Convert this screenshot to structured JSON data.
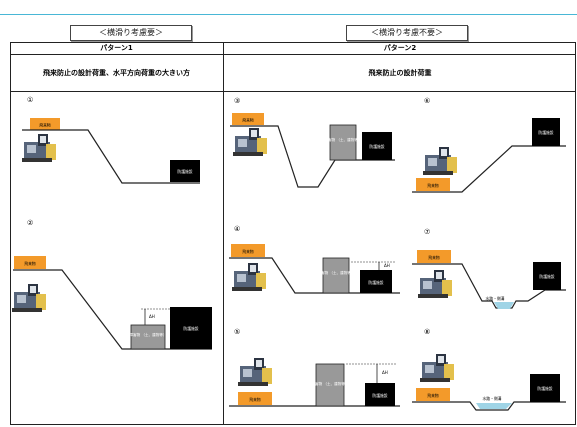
{
  "tags": {
    "left": "＜横滑り考慮要＞",
    "right": "＜横滑り考慮不要＞"
  },
  "patterns": {
    "left": {
      "title": "パターン1",
      "description": "飛来防止の設計荷重、水平方向荷重の大きい方"
    },
    "right": {
      "title": "パターン2",
      "description": "飛来防止の設計荷重"
    }
  },
  "diagram_labels": {
    "numbers": [
      "①",
      "②",
      "③",
      "④",
      "⑤",
      "⑥",
      "⑦",
      "⑧"
    ],
    "origin": "飛来物",
    "target": "防護施設",
    "obstacle": "障害物\n（土、建物等）",
    "height": "ΔH",
    "waterway": "水路・側溝"
  }
}
